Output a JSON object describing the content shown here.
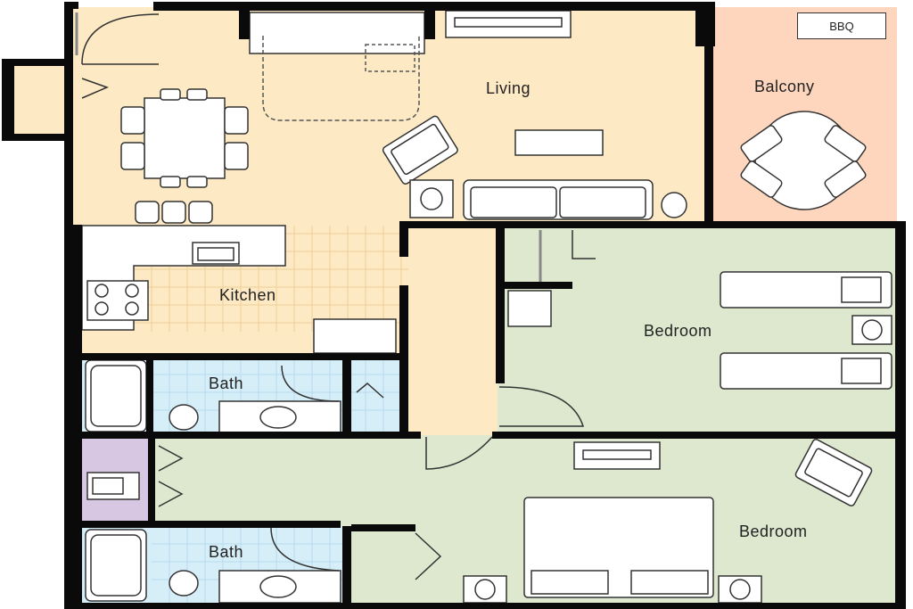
{
  "rooms": {
    "living": "Living",
    "balcony": "Balcony",
    "kitchen": "Kitchen",
    "bedroom_1": "Bedroom",
    "bath_1": "Bath",
    "bedroom_2": "Bedroom",
    "bath_2": "Bath"
  },
  "fixtures": {
    "bbq": "BBQ"
  },
  "colors": {
    "living": "#fde9c4",
    "balcony": "#fdd6bd",
    "bedroom": "#dde8cf",
    "bath": "#d6eef8",
    "closet": "#d8c7e3",
    "wall": "#0a0a0a"
  }
}
